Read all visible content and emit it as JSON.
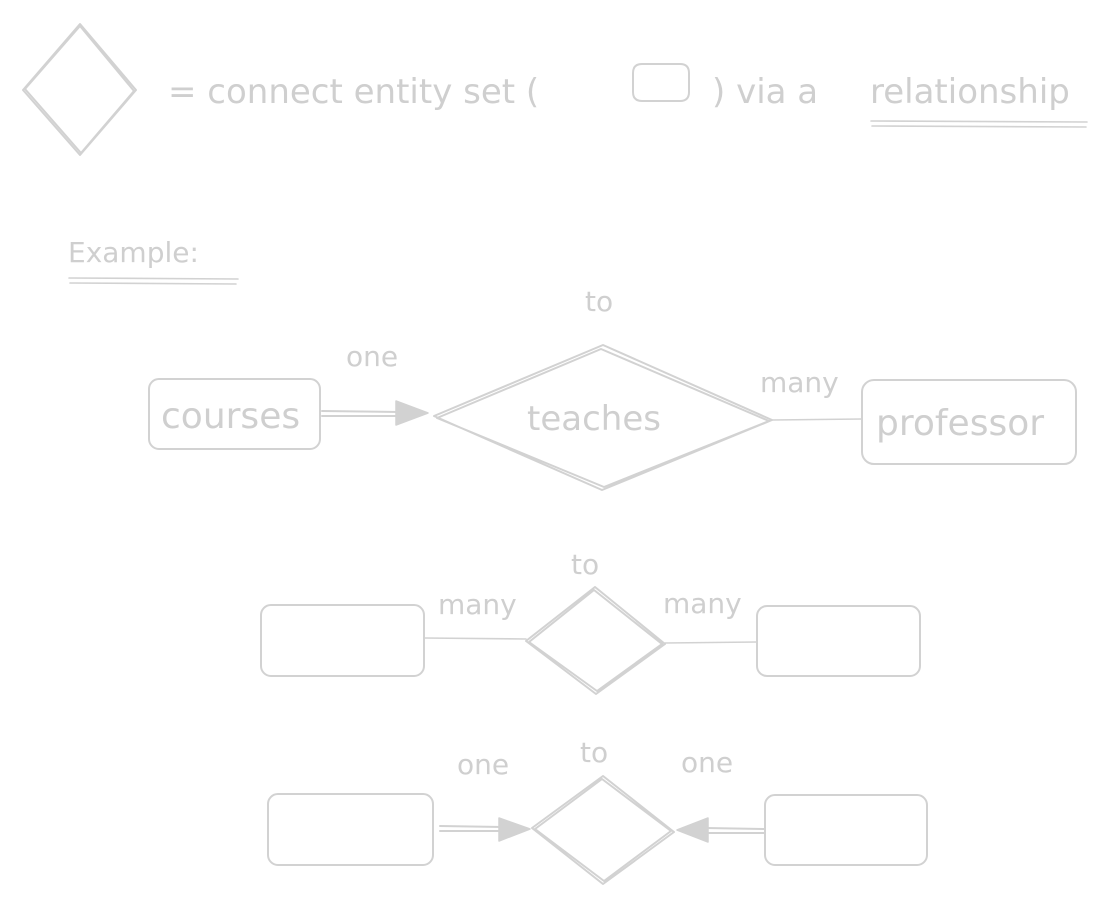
{
  "legend": {
    "symbol_icon": "diamond-shape",
    "text_before": "= connect entity set (",
    "entity_icon": "rounded-rectangle",
    "text_after": ") via a",
    "keyword": "relationship"
  },
  "example": {
    "heading": "Example:",
    "one_to_many": {
      "caption": "to",
      "left_entity": "courses",
      "left_cardinality": "one",
      "relationship": "teaches",
      "right_cardinality": "many",
      "right_entity": "professor"
    },
    "many_to_many": {
      "caption": "to",
      "left_cardinality": "many",
      "right_cardinality": "many"
    },
    "one_to_one": {
      "caption": "to",
      "left_cardinality": "one",
      "right_cardinality": "one"
    }
  }
}
